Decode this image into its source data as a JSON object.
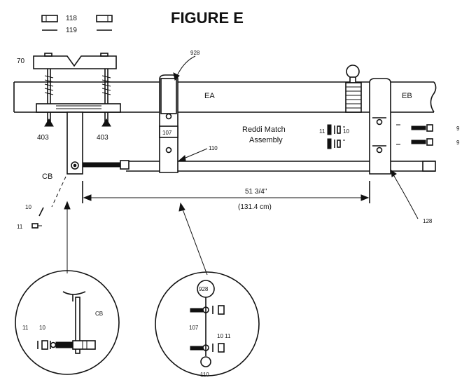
{
  "figure": {
    "title": "FIGURE E"
  },
  "labels": {
    "part_118": "118",
    "part_119": "119",
    "part_70": "70",
    "part_928_top": "928",
    "tube_ea": "EA",
    "tube_eb": "EB",
    "part_403_left": "403",
    "part_403_right": "403",
    "part_107_bracket": "107",
    "part_110": "110",
    "assembly_line1": "Reddi Match",
    "assembly_line2": "Assembly",
    "assembly_11": "11",
    "assembly_10": "10",
    "edge_9_top": "9",
    "edge_9_bottom": "9",
    "part_cb": "CB",
    "dimension_in": "51 3/4\"",
    "dimension_cm": "(131.4 cm)",
    "part_10_left": "10",
    "part_11_left": "11",
    "part_128": "128",
    "detail_left_cb": "CB",
    "detail_left_11": "11",
    "detail_left_10": "10",
    "detail_right_928": "928",
    "detail_right_107": "107",
    "detail_right_10_11": "10 11",
    "detail_right_110": "110"
  },
  "colors": {
    "ink": "#111111",
    "paper": "#ffffff"
  }
}
